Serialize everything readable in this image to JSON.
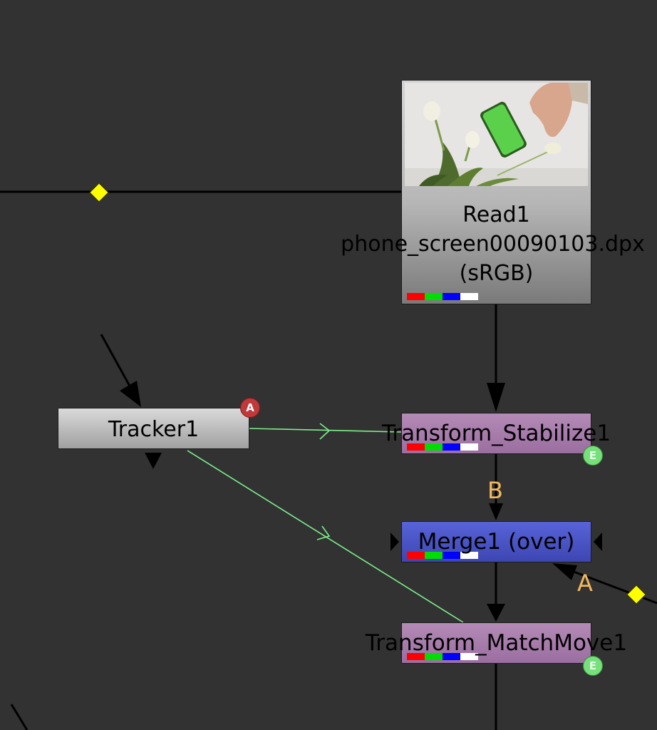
{
  "graph": {
    "background": "#323232",
    "nodes": {
      "read1": {
        "title": "Read1",
        "filename": "phone_screen00090103.dpx",
        "colorspace": "(sRGB)"
      },
      "tracker1": {
        "title": "Tracker1",
        "badge": "A"
      },
      "stabilize": {
        "title": "Transform_Stabilize1",
        "badge": "E"
      },
      "merge1": {
        "title": "Merge1 (over)"
      },
      "matchmove": {
        "title": "Transform_MatchMove1",
        "badge": "E"
      }
    },
    "input_labels": {
      "b": "B",
      "a": "A"
    },
    "channel_colors": [
      "#ff0000",
      "#00dd00",
      "#0000ff",
      "#ffffff"
    ],
    "colors": {
      "wire": "#000000",
      "link_wire": "#7cf08a",
      "dot": "#ffff00",
      "input_label": "#f4b860"
    }
  }
}
